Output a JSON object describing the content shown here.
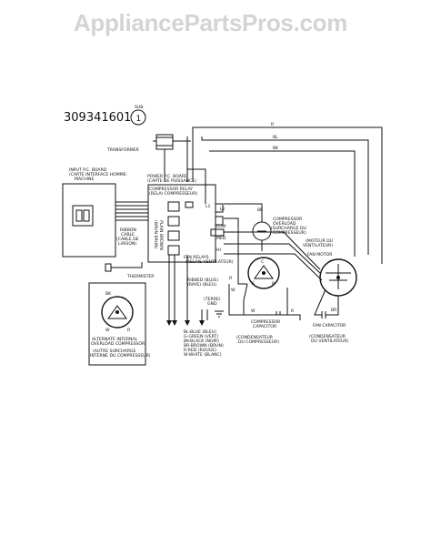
{
  "watermark": "AppliancePartsPros.com",
  "diagram": {
    "part_number": "309341601",
    "sub_label": "SUB.",
    "sub_number": "1",
    "transformer": "TRANSFORMER",
    "input_board": [
      "INPUT P.C. BOARD",
      "(CARTE INTERFACE HOMME-",
      "MACHINE"
    ],
    "power_board": [
      "POWER P.C. BOARD",
      "(CARTE DE PUISSANCE)"
    ],
    "compressor_relay": [
      "COMPRESSOR RELAY",
      "(RELAI COMPRESSEUR)"
    ],
    "ribbon_cable": [
      "RIBBON",
      "CABLE",
      "(CABLE DE",
      "LIAISON)"
    ],
    "plain_brown": [
      "PLAIN BROWN",
      "(BRUN BRUN)"
    ],
    "thermistor": "THERMISTER",
    "fan_relays": [
      "FAN RELAYS",
      "(RELAIS VENTILATEUR)"
    ],
    "terminals": [
      "L2",
      "L1",
      "LOW",
      "MED",
      "HI"
    ],
    "wire_codes_top": [
      "R",
      "BL",
      "BK"
    ],
    "compressor_overload": [
      "COMPRESSOR",
      "OVERLOAD",
      "(SURCHARGE DU",
      "COMPRESSEUR)"
    ],
    "fan_motor": [
      "(MOTEUR DU",
      "VENTILATEUR)",
      "FAN MOTOR"
    ],
    "ribbed": [
      "RIBBED (BLUE)",
      "(RAYE) (BLEU)"
    ],
    "terre": [
      "(TERRE)",
      "GND"
    ],
    "color_legend": [
      "BL-BLUE (BLEU)",
      "G-GREEN (VERT)",
      "BK-BLACK (NOIR)",
      "BR-BROWN (BRUN)",
      "R-RED (ROUGE)",
      "W-WHITE (BLANC)"
    ],
    "compressor_capacitor": [
      "COMPRESSOR",
      "CAPACITOR",
      "(CONDENSATEUR",
      "DU COMPRESSEUR)"
    ],
    "fan_capacitor": [
      "FAN CAPACITOR",
      "(CONDENSATEUR",
      "DU VENTILATEUR)"
    ],
    "alt_overload": [
      "ALTERNATE INTERNAL",
      "OVERLOAD COMPRESSOR",
      "(AUTRE SURCHARGE",
      "INTERNE DU COMPRESSEUR)"
    ],
    "compressor_letters": [
      "C",
      "S",
      "R"
    ],
    "wire_letters": [
      "BK",
      "W",
      "R",
      "BR",
      "W",
      "R"
    ]
  }
}
